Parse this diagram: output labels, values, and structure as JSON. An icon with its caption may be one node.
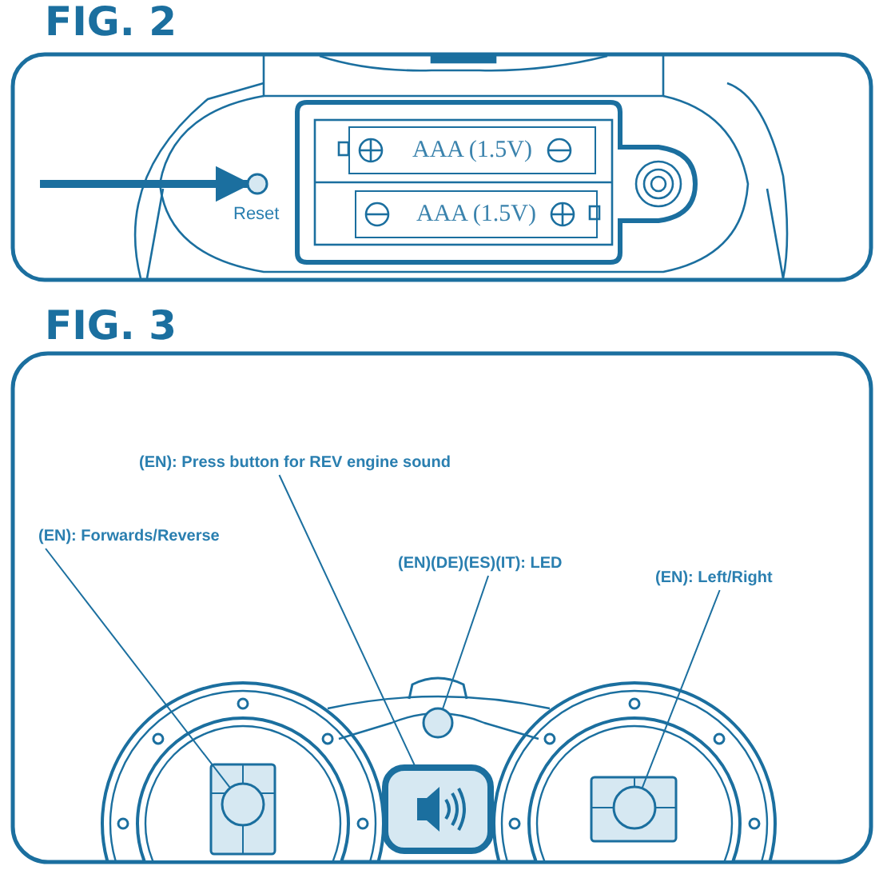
{
  "diagram": {
    "nodes": [
      {
        "text": [
          "AAA (1.5V)"
        ]
      },
      {
        "text": [
          "AAA (1.5V)"
        ]
      },
      {
        "text": [],
        "shape": "circle",
        "beside": [
          "Reset"
        ]
      },
      {
        "text": [
          "(EN): Press button for REV engine sound"
        ]
      },
      {
        "text": [
          "(EN): Forwards/Reverse"
        ]
      },
      {
        "text": [
          "(EN)(DE)(ES)(IT): LED"
        ]
      },
      {
        "text": [
          "(EN): Left/Right"
        ]
      },
      {
        "text": [],
        "shape": "circle"
      },
      {
        "text": [],
        "shape": "box"
      },
      {
        "text": [],
        "shape": "circle"
      },
      {
        "text": [],
        "shape": "circle"
      }
    ],
    "edges": [
      {
        "from": null,
        "to": 2,
        "arrow": "to",
        "style": "thick"
      },
      {
        "from": 3,
        "to": 8,
        "arrow": "none"
      },
      {
        "from": 4,
        "to": 7,
        "arrow": "none"
      },
      {
        "from": 5,
        "to": 9,
        "arrow": "none"
      },
      {
        "from": 6,
        "to": 10,
        "arrow": "none"
      }
    ],
    "labels": [
      "FIG. 2",
      "FIG. 3"
    ]
  }
}
